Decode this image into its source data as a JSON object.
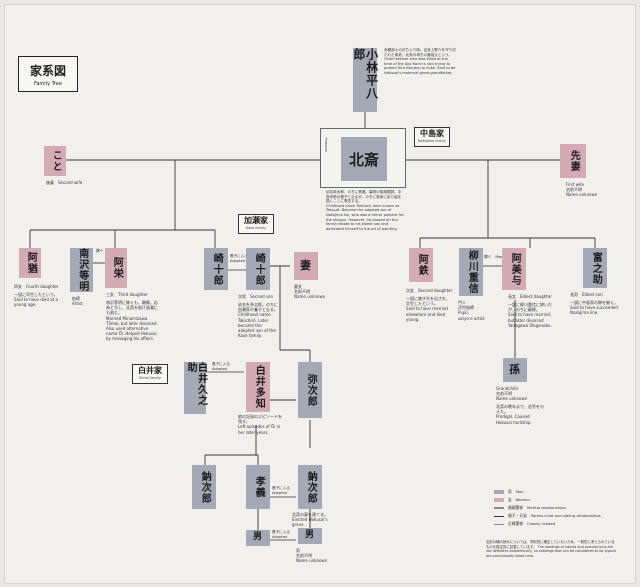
{
  "title": {
    "jp": "家系図",
    "en": "Family Tree"
  },
  "families": {
    "nakajima": {
      "jp": "中島家",
      "en": "Nakajima family"
    },
    "kase": {
      "jp": "加瀬家",
      "en": "Kase family"
    },
    "shirai": {
      "jp": "白井家",
      "en": "Shirai family"
    }
  },
  "people": {
    "kobayashi": {
      "name": "小林平八郎",
      "desc": "赤穂浪士の討ち入り時、吉良上野介を守り討たれた家老。北斎の母方の曽祖父という。\nChief retainer who was killed at the time of the Ako Ronin's raid trying to protect Kira Kōzuke-no-Suke. Said to be Hokusai's maternal great-grandfather."
    },
    "hokusai": {
      "name": "北斎",
      "romaji": "Hokusai",
      "kana": "ほ く さ い",
      "desc": "幼名時太郎、のちに鉄蔵。幕府の御用鏡師、中島伊勢の養子となるが、のちに実家に戻り絵を描くことに専念する。\nChildhood name Tokitarō, later known as Tetsuzō. Became the adopted son of Nakajima Ise, who was a mirror polisher for the shogun. However, he passed on the family estate to his eldest son and dedicated himself to the art of painting."
    },
    "koto": {
      "name": "こと",
      "role": "後妻　Second wife"
    },
    "senzai": {
      "name": "先妻",
      "role": "First wife\n名前不明\nName unknown"
    },
    "ainu": {
      "name": "阿猶",
      "role": "四女　Fourth daughter",
      "desc": "一説に早世したという。\nSaid to have died at a young age."
    },
    "minamizawa": {
      "name": "南沢等明",
      "role": "絵師\nArtist"
    },
    "oei": {
      "name": "阿栄",
      "role": "三女　Third daughter",
      "desc": "南沢等明に嫁ぐも、離縁。応為と号し、北斎を助け画業にも励む。\nMarried Minamizawa Tōmei, but later divorced. Also used alternative name Ōi. Helped Hokusai by managing his affairs."
    },
    "sakijuro": {
      "name": "崎十郎",
      "role": ""
    },
    "kase_sakijuro": {
      "name": "崎十郎",
      "role": "次男　Second son",
      "desc": "幼名を多吉郎。のちに加瀬家の養子となる。\nChildhood name Takichirō. Later became the adopted son of the Kase family."
    },
    "tsuma": {
      "name": "妻",
      "role": "妻女\n名前不明\nName unknown"
    },
    "otetsu": {
      "name": "阿鉄",
      "role": "次女　Second daughter",
      "desc": "一説に嫁ぎ先を出され、早世したという。\nSaid to have married elsewhere and died young."
    },
    "yanagawa": {
      "name": "柳川重信",
      "role": "門人\n浮世絵師\nPupil,\nukiyo-e artist"
    },
    "omiyo": {
      "name": "阿美与",
      "role": "長女　Eldest daughter",
      "desc": "一説に柳川重信に嫁いだが、のちに離縁。\nSaid to have married, but later divorced Yanagawa Shigenobu."
    },
    "tominosuke": {
      "name": "富之助",
      "role": "長男　Eldest son",
      "desc": "一説に中島家の跡を継ぐ。\nSaid to have succeeded Nakajima line."
    },
    "mago": {
      "name": "孫",
      "role": "Grandchild\n名前不明\nName unknown",
      "desc": "北斎の晩年まで、苦労を与えた。\nProdigal. Caused Hokusai hardship."
    },
    "shirai_kyunosuke": {
      "name": "白井久之助",
      "role": ""
    },
    "shirai_tachi": {
      "name": "白井多知",
      "desc": "娘の記録のエピソードを残す。\nLeft episodes of Ōi in her later years."
    },
    "yajiro": {
      "name": "弥次郎",
      "role": ""
    },
    "nijiro": {
      "name": "鈉次郎",
      "role": ""
    },
    "kogi": {
      "name": "孝義",
      "role": ""
    },
    "nijiro2": {
      "name": "鈉次郎",
      "desc": "北斎の墓を建てる。\nErected Hokusai's grave."
    },
    "otoko1": {
      "name": "男",
      "role": ""
    },
    "otoko2": {
      "name": "男",
      "role": "男\n名前不明\nName unknown"
    }
  },
  "relations": {
    "marriage1": "嫁ぐ　Marriage",
    "marriage2": "嫁ぐ　Marriage",
    "adopted1": "養子に入る\nAdopted",
    "adopted2": "養子に入る\nAdopted",
    "adopted3": "養子に入る\nAdopted",
    "adopted4": "養子に入る\nAdopted"
  },
  "legend": {
    "man": "男　Man",
    "woman": "女　Woman",
    "marital": "婚姻関係　Marital relationships",
    "parent": "親子・兄弟　Parent-child and sibling relationships",
    "close": "近縁関係　Closely related",
    "colors": {
      "man": "#a3aab5",
      "woman": "#d4aab4"
    }
  },
  "footnote": "名前の横の読みについては、学術的に確定していないため、一般的に考えられているものを推定的に記載しています。\nThe readings of names and pseudonyms are not definitive academically, so readings that can be considered to be typical are provisionally listed here."
}
